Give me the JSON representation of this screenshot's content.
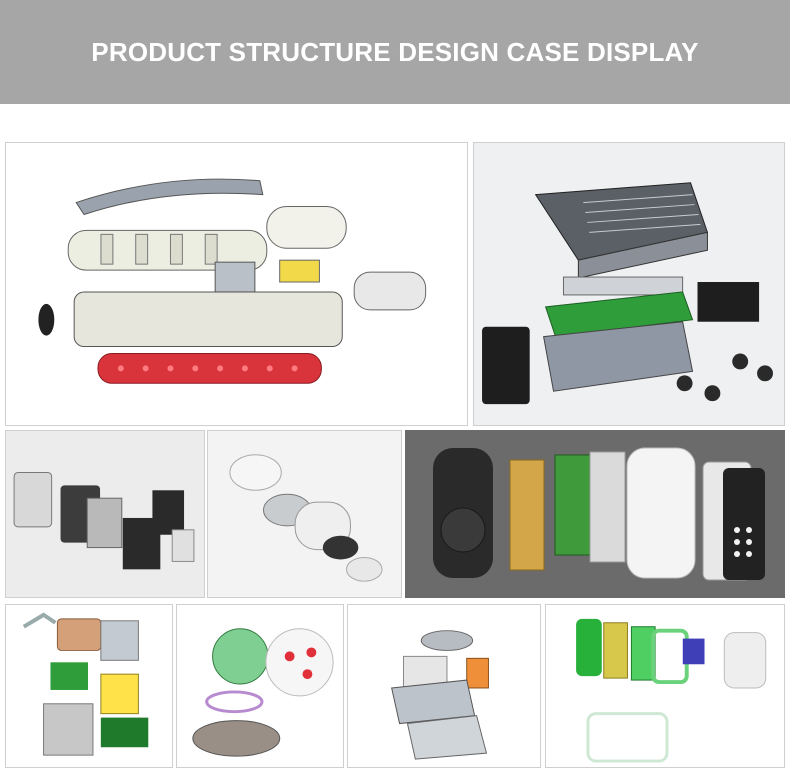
{
  "banner": {
    "title": "PRODUCT STRUCTURE DESIGN CASE DISPLAY"
  },
  "colors": {
    "banner_bg": "#a6a6a6",
    "banner_text": "#ffffff",
    "pcb_green": "#2f9e3a",
    "accent_red": "#e0303a",
    "dark_panel": "#6b6b6b"
  },
  "panels": [
    {
      "name": "exploded-tube-device",
      "icon": "tube-assembly-icon"
    },
    {
      "name": "exploded-aluminum-enclosure",
      "icon": "enclosure-icon"
    },
    {
      "name": "exploded-dark-housing",
      "icon": "housing-icon"
    },
    {
      "name": "exploded-cylinder-module",
      "icon": "cylinder-icon"
    },
    {
      "name": "exploded-keypad-lock",
      "icon": "keypad-icon"
    },
    {
      "name": "exploded-cube-frame",
      "icon": "cube-frame-icon"
    },
    {
      "name": "exploded-green-gears",
      "icon": "gears-icon"
    },
    {
      "name": "exploded-dish-sensor",
      "icon": "sensor-icon"
    },
    {
      "name": "exploded-green-remote",
      "icon": "remote-icon"
    }
  ]
}
